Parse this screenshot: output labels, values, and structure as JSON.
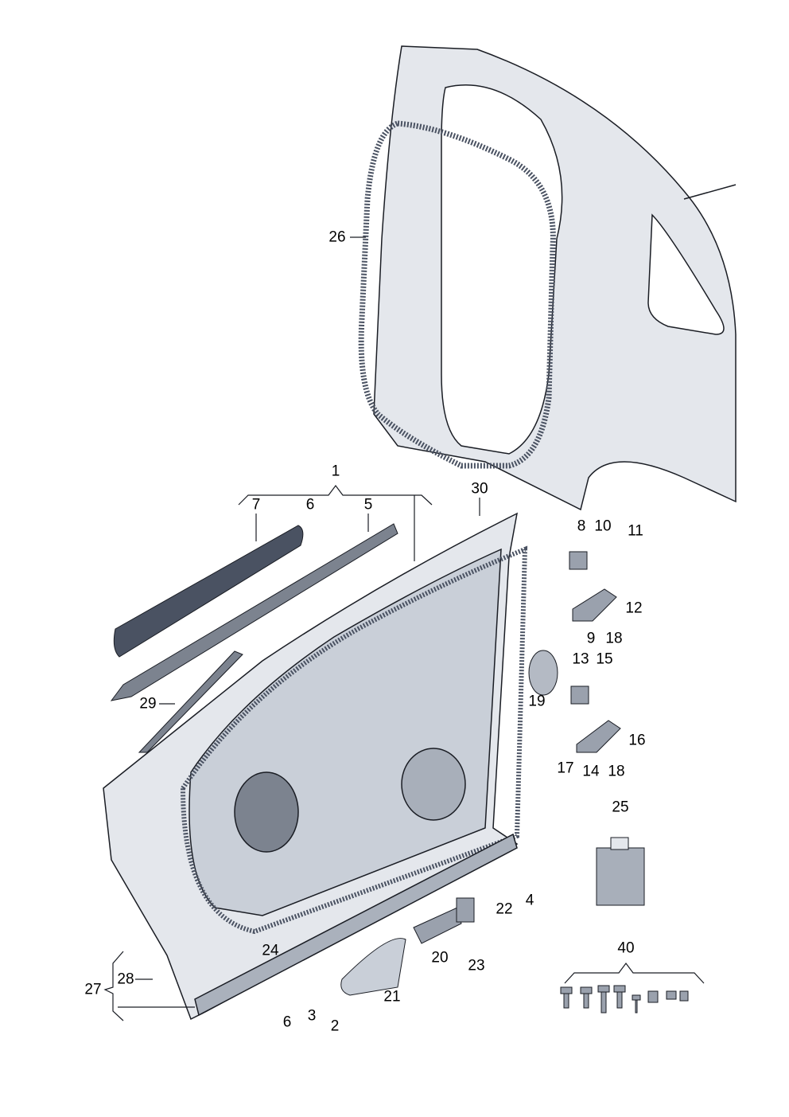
{
  "diagram": {
    "title": "",
    "callouts": {
      "c1": "1",
      "c2": "2",
      "c3": "3",
      "c4": "4",
      "c5": "5",
      "c6a": "6",
      "c6b": "6",
      "c7": "7",
      "c8": "8",
      "c9": "9",
      "c10": "10",
      "c11": "11",
      "c12": "12",
      "c13": "13",
      "c14": "14",
      "c15": "15",
      "c16": "16",
      "c17": "17",
      "c18a": "18",
      "c18b": "18",
      "c19": "19",
      "c20": "20",
      "c21": "21",
      "c22": "22",
      "c23": "23",
      "c24": "24",
      "c25": "25",
      "c26": "26",
      "c27": "27",
      "c28": "28",
      "c29": "29",
      "c30": "30",
      "c40": "40"
    },
    "colors": {
      "body": "#e4e7ec",
      "panel": "#c9cfd8",
      "seal": "#4a5262",
      "outline": "#1a1d24"
    }
  }
}
